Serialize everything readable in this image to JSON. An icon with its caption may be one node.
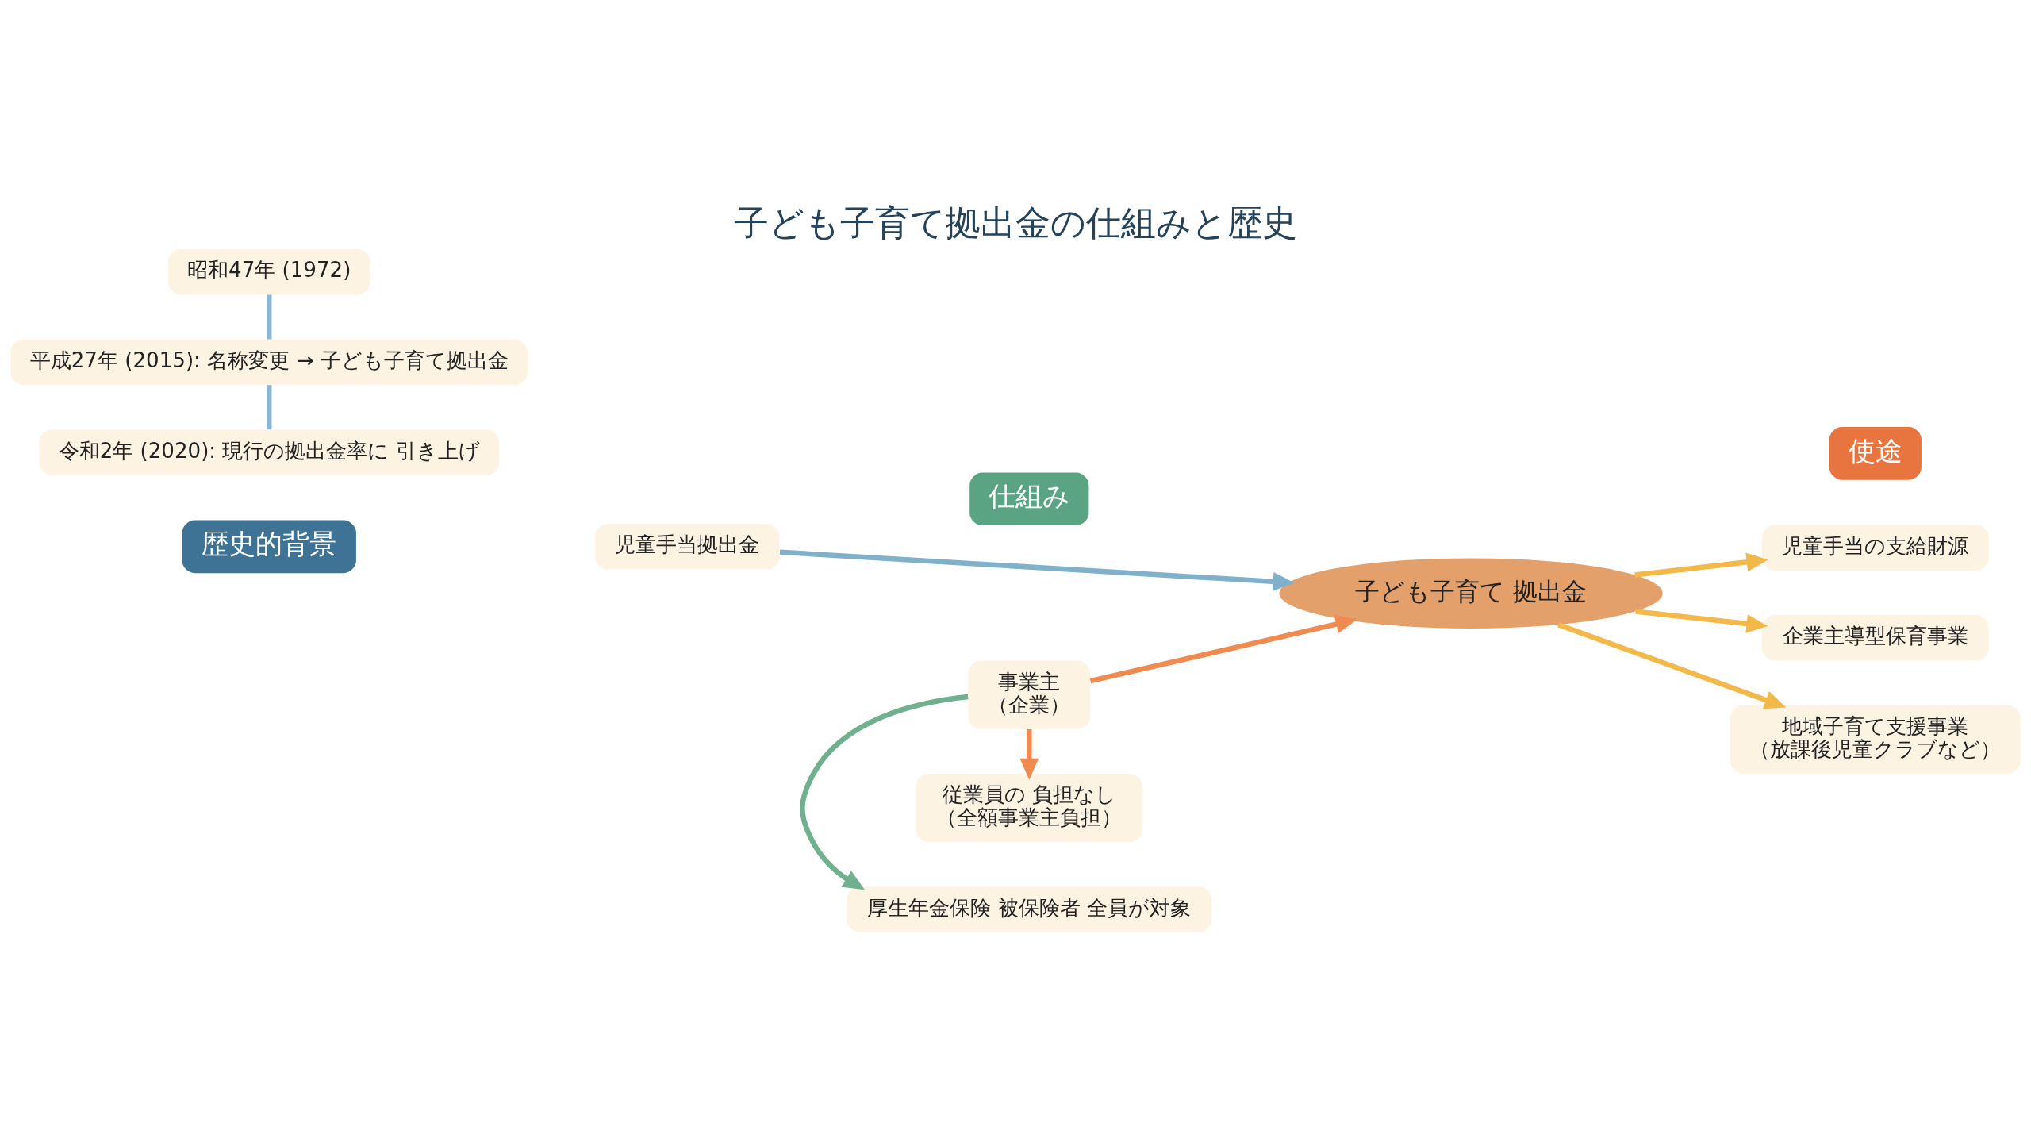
{
  "diagram": {
    "title": "子ども子育て拠出金の仕組みと歴史",
    "nodes": [
      {
        "text": [
          "歴史的背景"
        ]
      },
      {
        "text": [
          "仕組み"
        ]
      },
      {
        "text": [
          "使途"
        ]
      },
      {
        "text": [
          "昭和47年 (1972)"
        ]
      },
      {
        "text": [
          "児童手当拠出金"
        ]
      },
      {
        "text": [
          "平成27年 (2015): 名称変更 → 子ども子育て拠出金"
        ]
      },
      {
        "text": [
          "令和2年 (2020): 現行の拠出金率に 引き上げ"
        ]
      },
      {
        "text": [
          "事業主",
          "（企業）"
        ]
      },
      {
        "text": [
          "厚生年金保険 被保険者 全員が対象"
        ]
      },
      {
        "text": [
          "従業員の 負担なし",
          "（全額事業主負担）"
        ]
      },
      {
        "text": [
          "子ども子育て 拠出金"
        ]
      },
      {
        "text": [
          "児童手当の支給財源"
        ]
      },
      {
        "text": [
          "企業主導型保育事業"
        ]
      },
      {
        "text": [
          "地域子育て支援事業",
          "（放課後児童クラブなど）"
        ]
      }
    ],
    "edges": [
      {
        "from": 3,
        "to": 5,
        "arrow": "none",
        "color": "#8bb8d0"
      },
      {
        "from": 5,
        "to": 6,
        "arrow": "none",
        "color": "#8bb8d0"
      },
      {
        "from": 4,
        "to": 10,
        "arrow": "to",
        "color": "#7fb0cc"
      },
      {
        "from": 7,
        "to": 8,
        "arrow": "to",
        "color": "#6fb08f"
      },
      {
        "from": 7,
        "to": 9,
        "arrow": "to",
        "color": "#f08a50"
      },
      {
        "from": 7,
        "to": 10,
        "arrow": "to",
        "color": "#f08a50"
      },
      {
        "from": 10,
        "to": 11,
        "arrow": "to"
      },
      {
        "from": 10,
        "to": 12,
        "arrow": "to"
      },
      {
        "from": 10,
        "to": 13,
        "arrow": "to"
      }
    ]
  }
}
